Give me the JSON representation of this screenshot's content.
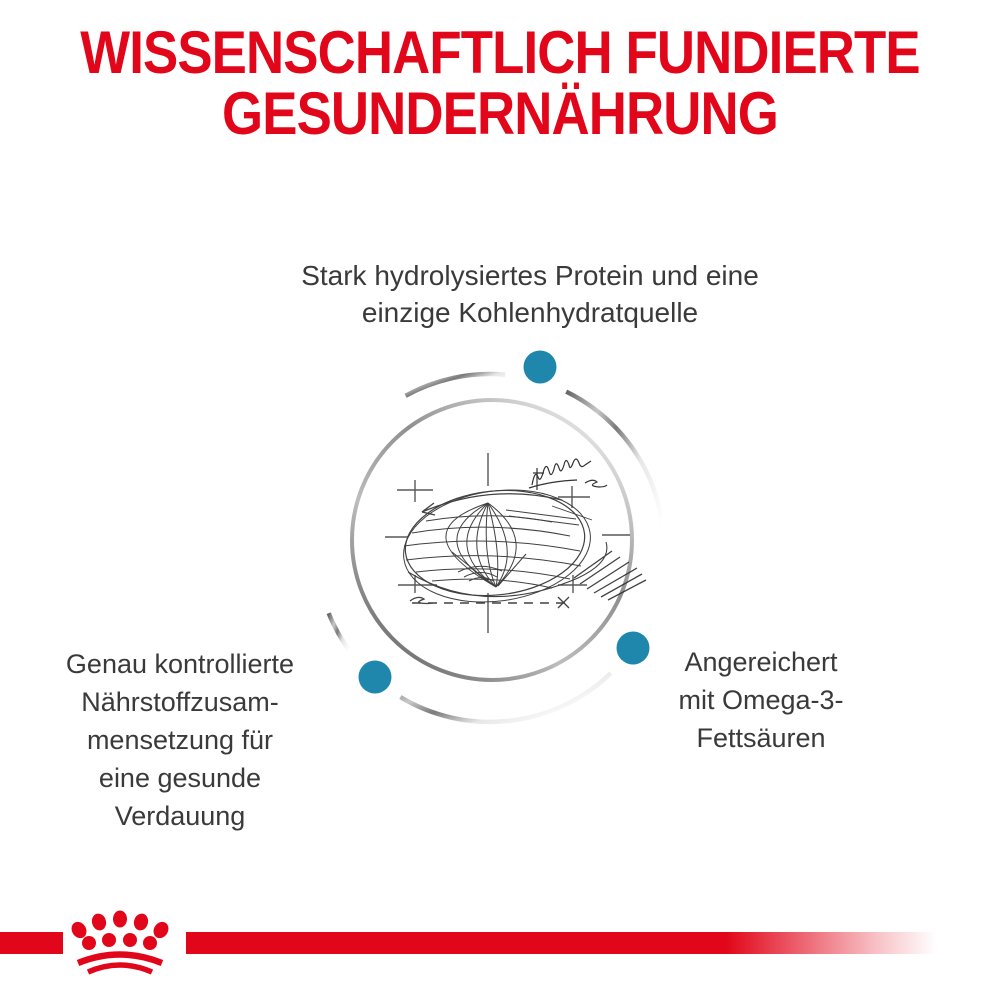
{
  "headline": {
    "line1": "WISSENSCHAFTLICH FUNDIERTE",
    "line2": "GESUNDERNÄHRUNG",
    "color": "#e2061a"
  },
  "callouts": {
    "top": {
      "lines": [
        "Stark hydrolysiertes Protein und eine",
        "einzige Kohlenhydratquelle"
      ]
    },
    "left": {
      "lines": [
        "Genau kontrollierte",
        "Nährstoffzusam-",
        "mensetzung für",
        "eine gesunde",
        "Verdauung"
      ]
    },
    "right": {
      "lines": [
        "Angereichert",
        "mit Omega-3-",
        "Fettsäuren"
      ]
    },
    "dot_color": "#1e87ab",
    "text_color": "#3a3a3a"
  },
  "illustration": {
    "subject": "hand-drawn technical sketch of a kibble inside two broken metallic orbit rings",
    "ring_gradient": [
      "#646464",
      "#c8c8c8",
      "#7a7a7a",
      "#ffffff"
    ],
    "sketch_color": "#303030"
  },
  "brand": {
    "logo": "royal-canin-crown",
    "red": "#e2061a"
  }
}
